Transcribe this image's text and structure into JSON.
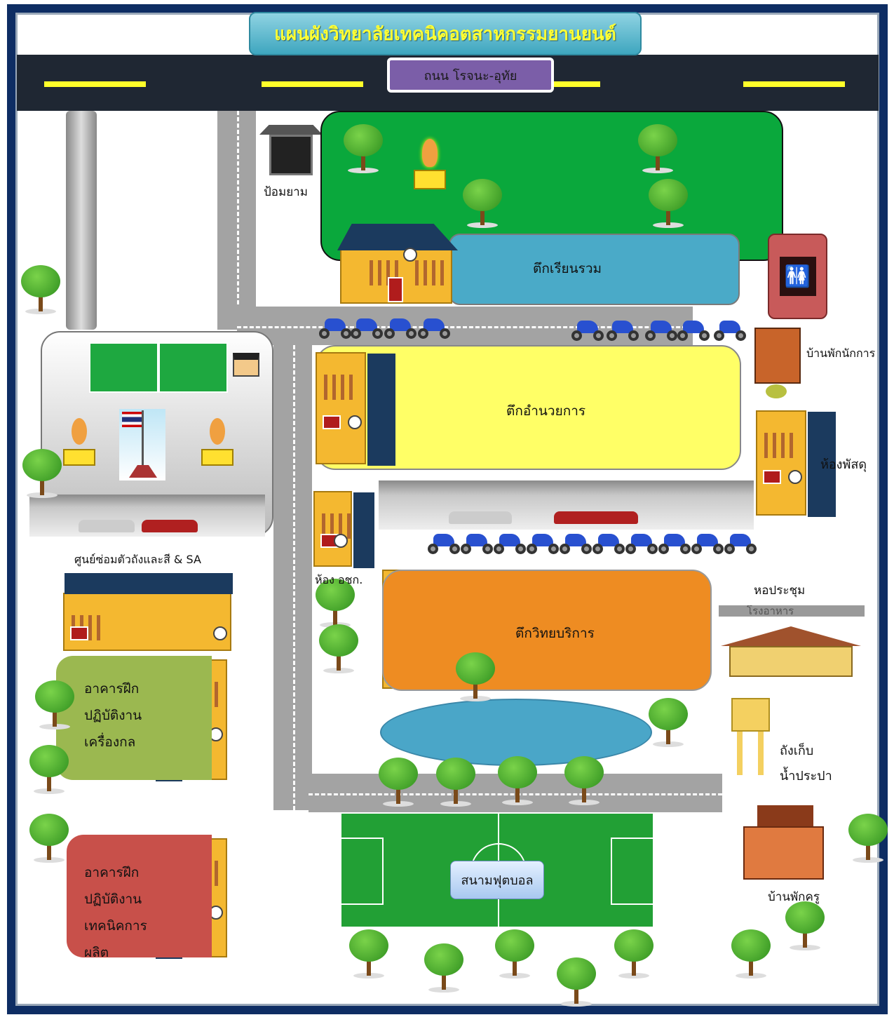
{
  "title": "แผนผังวิทยาลัยเทคนิคอตสาหกรรมยานยนต์",
  "road_name": "ถนน โรจนะ-อุทัย",
  "labels": {
    "guard_booth": "ป้อมยาม",
    "lecture_building": "ตึกเรียนรวม",
    "admin_building": "ตึกอำนวยการ",
    "staff_house": "บ้านพักนักการ",
    "supply_room": "ห้องพัสดุ",
    "osk_room": "ห้อง อชก.",
    "body_repair_center": "ศูนย์ซ่อมตัวถังและสี & SA",
    "auditorium": "หอประชุม",
    "canteen": "โรงอาหาร",
    "service_building": "ตึกวิทยบริการ",
    "mechanical_workshop": [
      "อาคารฝึก",
      "ปฏิบัติงาน",
      "เครื่องกล"
    ],
    "production_workshop": [
      "อาคารฝึก",
      "ปฏิบัติงาน",
      "เทคนิคการ",
      "ผลิต"
    ],
    "water_tank": [
      "ถังเก็บ",
      "น้ำประปา"
    ],
    "football_field": "สนามฟุตบอล",
    "teacher_house": "บ้านพักครู"
  },
  "colors": {
    "frame": "#0e2d63",
    "road": "#1f2733",
    "lawn": "#0aa83c",
    "lecture": "#4aaac8",
    "admin": "#ffff66",
    "service": "#ee8c22",
    "mech": "#9bb850",
    "prod": "#c8504a"
  }
}
